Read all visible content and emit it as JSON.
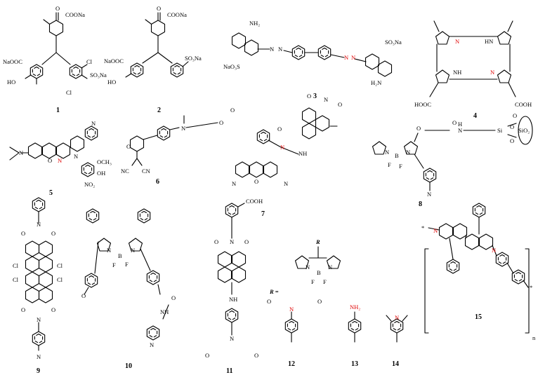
{
  "compounds": [
    {
      "id": "1",
      "label": "1",
      "atoms": [
        "O",
        "COONa",
        "NaOOC",
        "Cl",
        "SO₃Na",
        "HO",
        "Cl"
      ]
    },
    {
      "id": "2",
      "label": "2",
      "atoms": [
        "O",
        "COONa",
        "SO₃Na",
        "NaOOC",
        "HO"
      ]
    },
    {
      "id": "3",
      "label": "3",
      "atoms": [
        "NH₂",
        "SO₃Na",
        "N",
        "N",
        "N",
        "N",
        "NaO₃S",
        "H₂N"
      ]
    },
    {
      "id": "4",
      "label": "4",
      "atoms": [
        "N",
        "HN",
        "NH",
        "N",
        "HOOC",
        "COOH"
      ]
    },
    {
      "id": "5",
      "label": "5",
      "atoms": [
        "N",
        "N",
        "N",
        "O",
        "N",
        "OCH₃",
        "OH",
        "NO₂"
      ]
    },
    {
      "id": "6",
      "label": "6",
      "atoms": [
        "N",
        "O",
        "O",
        "O",
        "NC",
        "CN"
      ]
    },
    {
      "id": "7",
      "label": "7",
      "atoms": [
        "O",
        "N",
        "O",
        "O",
        "N",
        "NH",
        "O",
        "N",
        "N"
      ]
    },
    {
      "id": "8",
      "label": "8",
      "atoms": [
        "O",
        "O",
        "N",
        "H",
        "O",
        "Si",
        "O",
        "O",
        "SiO₂",
        "N",
        "N",
        "B",
        "F",
        "F",
        "N"
      ]
    },
    {
      "id": "9",
      "label": "9",
      "atoms": [
        "O",
        "N",
        "O",
        "Cl",
        "Cl",
        "Cl",
        "Cl",
        "O",
        "N",
        "O",
        "N"
      ]
    },
    {
      "id": "10",
      "label": "10",
      "atoms": [
        "N",
        "N",
        "B",
        "F",
        "F",
        "O",
        "O",
        "NH",
        "N"
      ]
    },
    {
      "id": "11",
      "label": "11",
      "atoms": [
        "COOH",
        "O",
        "N",
        "O",
        "NH",
        "N",
        "O",
        "O"
      ]
    },
    {
      "id": "12",
      "label": "12",
      "atoms": [
        "R",
        "N",
        "N",
        "B",
        "F",
        "F",
        "R =",
        "O",
        "N",
        "O"
      ]
    },
    {
      "id": "13",
      "label": "13",
      "atoms": [
        "NH₂"
      ]
    },
    {
      "id": "14",
      "label": "14",
      "atoms": [
        "N"
      ]
    },
    {
      "id": "15",
      "label": "15",
      "atoms": [
        "*",
        "N",
        "N",
        "*",
        "n"
      ]
    }
  ],
  "colors": {
    "ink": "#000000",
    "highlight": "#e00000",
    "background": "#ffffff"
  }
}
